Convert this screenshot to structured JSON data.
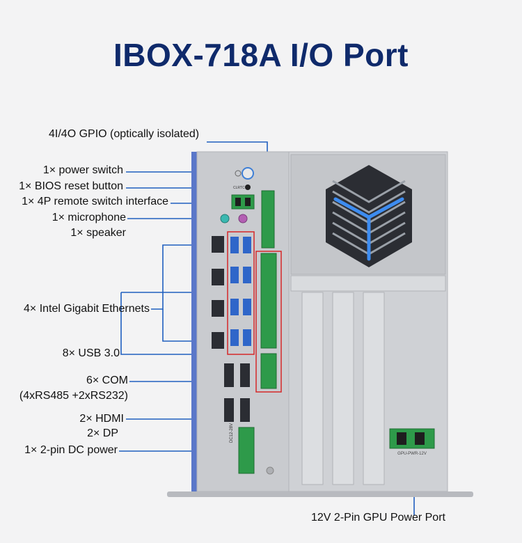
{
  "title": "IBOX-718A I/O Port",
  "labels": {
    "gpio": "4I/4O GPIO (optically isolated)",
    "power_switch": "1× power switch",
    "bios_reset": "1× BIOS reset button",
    "remote_switch": "1× 4P remote switch interface",
    "microphone": "1× microphone",
    "speaker": "1× speaker",
    "ethernet": "4× Intel Gigabit Ethernets",
    "usb": "8× USB 3.0",
    "com": "6× COM",
    "com_detail": "(4xRS485 +2xRS232)",
    "hdmi": "2× HDMI",
    "dp": "2× DP",
    "dc_power": "1× 2-pin DC power",
    "gpu_power": "12V 2-Pin GPU Power Port"
  },
  "device_marks": {
    "clrtc": "CLRTC",
    "gpu_pwr": "GPU-PWR-12V",
    "dc": "DC12-28V"
  },
  "colors": {
    "title": "#0f2a6b",
    "leader": "#1f5fbf",
    "chassis": "#c9cbcf",
    "highlight": "#d62828",
    "usb": "#2f66c9",
    "terminal": "#2e9a4a",
    "mic": "#3ab8b0",
    "speaker": "#b35fb3"
  }
}
